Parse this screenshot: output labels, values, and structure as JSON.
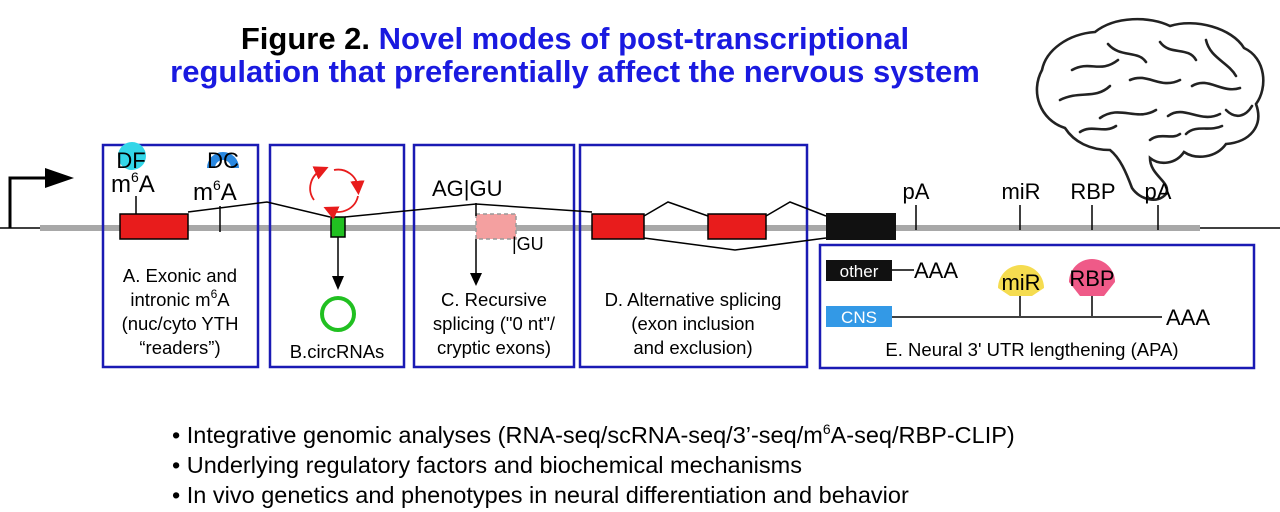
{
  "title": {
    "prefix": "Figure 2.",
    "line1_blue": "Novel modes of post-transcriptional",
    "line2_blue": "regulation that preferentially affect the nervous system"
  },
  "panelA": {
    "df": "DF",
    "dc": "DC",
    "m": "m",
    "six": "6",
    "a": "A",
    "cap1": "A. Exonic and",
    "cap2a": "intronic m",
    "cap2b": "6",
    "cap2c": "A",
    "cap3": "(nuc/cyto YTH",
    "cap4": "“readers”)"
  },
  "panelB": {
    "caption": "B.circRNAs"
  },
  "panelC": {
    "site": "AG|GU",
    "site2": "|GU",
    "cap1": "C. Recursive",
    "cap2": "splicing (\"0 nt\"/",
    "cap3": "cryptic exons)"
  },
  "panelD": {
    "cap1": "D. Alternative splicing",
    "cap2": "(exon inclusion",
    "cap3": "and exclusion)"
  },
  "utr": {
    "pa1": "pA",
    "mir": "miR",
    "rbp": "RBP",
    "pa2": "pA"
  },
  "panelE": {
    "other": "other",
    "aaa1": "AAA",
    "mir": "miR",
    "rbp": "RBP",
    "cns": "CNS",
    "aaa2": "AAA",
    "caption": "E. Neural 3' UTR lengthening (APA)"
  },
  "bullets": {
    "b1a": "• Integrative genomic analyses (RNA-seq/scRNA-seq/3’-seq/m",
    "b1b": "6",
    "b1c": "A-seq/RBP-CLIP)",
    "b2": "• Underlying regulatory factors and biochemical mechanisms",
    "b3": "• In vivo genetics and phenotypes in neural differentiation and behavior"
  },
  "colors": {
    "box_border": "#1a1ab4",
    "exon_red": "#e81c1c",
    "circ_green": "#21c021",
    "cyan_df": "#33d6e8",
    "blue_dc": "#2a88e0",
    "yellow_mir": "#f5dc50",
    "pink_rbp": "#ef5a88",
    "cns_blue": "#3399e6",
    "title_blue": "#1a1ae0"
  },
  "icons": {
    "brain": "brain-icon",
    "promoter": "promoter-arrow-icon"
  }
}
